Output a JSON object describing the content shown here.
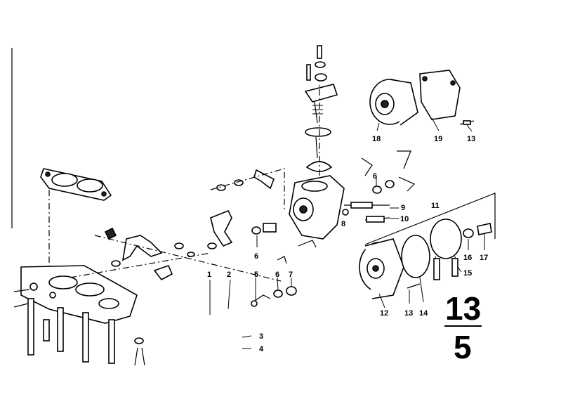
{
  "callouts": {
    "c1": "1",
    "c2": "2",
    "c3": "3",
    "c4": "4",
    "c5": "5",
    "c6a": "6",
    "c6b": "6",
    "c6c": "6",
    "c7": "7",
    "c8": "8",
    "c9": "9",
    "c10": "10",
    "c11": "11",
    "c12": "12",
    "c13a": "13",
    "c13b": "13",
    "c14": "14",
    "c15": "15",
    "c16": "16",
    "c17": "17",
    "c18": "18",
    "c19": "19"
  },
  "group_number": {
    "top": "13",
    "bottom": "5"
  }
}
